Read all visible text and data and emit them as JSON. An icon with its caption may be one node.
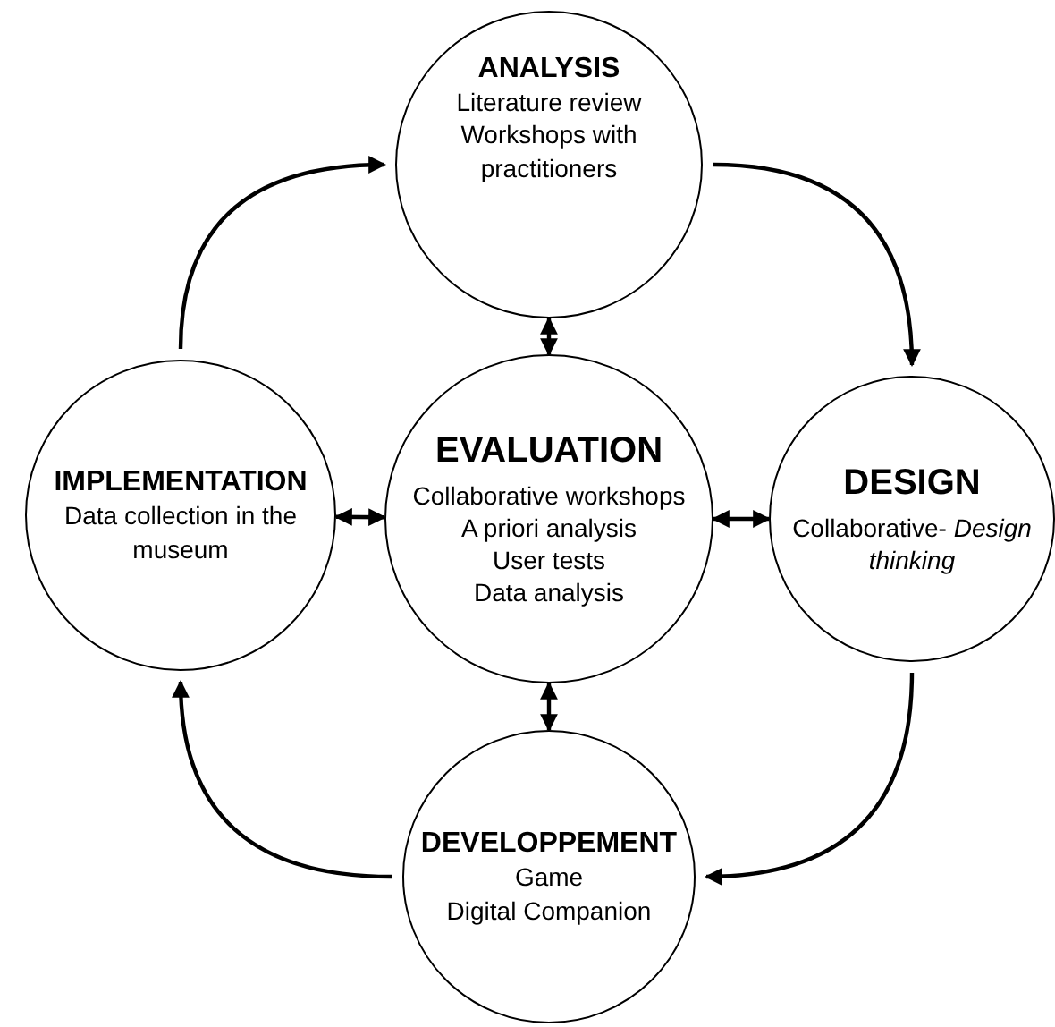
{
  "diagram": {
    "nodes": [
      {
        "text": [
          "ANALYSIS",
          "Literature review",
          "Workshops with practitioners"
        ]
      },
      {
        "text": [
          "EVALUATION",
          "Collaborative workshops",
          "A priori analysis",
          "User tests",
          "Data analysis"
        ]
      },
      {
        "text": [
          "IMPLEMENTATION",
          "Data collection in the museum"
        ]
      },
      {
        "text": [
          "DESIGN",
          "Collaborative- *Design thinking*"
        ]
      },
      {
        "text": [
          "DEVELOPPEMENT",
          "Game",
          "Digital Companion"
        ]
      }
    ],
    "edges": [
      {
        "from": 0,
        "to": 1,
        "arrow": "both"
      },
      {
        "from": 2,
        "to": 1,
        "arrow": "both"
      },
      {
        "from": 1,
        "to": 3,
        "arrow": "both"
      },
      {
        "from": 1,
        "to": 4,
        "arrow": "both"
      },
      {
        "from": 2,
        "to": 0,
        "arrow": "to"
      },
      {
        "from": 0,
        "to": 3,
        "arrow": "to"
      },
      {
        "from": 3,
        "to": 4,
        "arrow": "to"
      },
      {
        "from": 4,
        "to": 2,
        "arrow": "to"
      }
    ]
  }
}
